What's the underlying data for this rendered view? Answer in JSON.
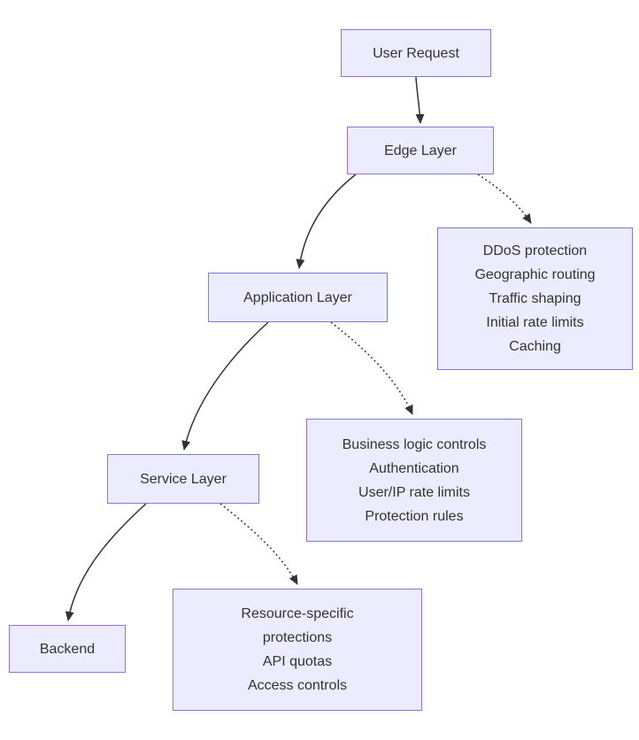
{
  "diagram": {
    "type": "flowchart",
    "colors": {
      "node_fill": "#ECECFF",
      "node_border": "#9370DB",
      "text": "#333333",
      "edge": "#333333",
      "background": "#ffffff"
    },
    "nodes": {
      "user_request": {
        "label": "User Request"
      },
      "edge_layer": {
        "label": "Edge Layer"
      },
      "edge_features": {
        "lines": [
          "DDoS protection",
          "Geographic routing",
          "Traffic shaping",
          "Initial rate limits",
          "Caching"
        ]
      },
      "application_layer": {
        "label": "Application Layer"
      },
      "app_features": {
        "lines": [
          "Business logic controls",
          "Authentication",
          "User/IP rate limits",
          "Protection rules"
        ]
      },
      "service_layer": {
        "label": "Service Layer"
      },
      "service_features": {
        "lines": [
          "Resource-specific",
          "protections",
          "API quotas",
          "Access controls"
        ]
      },
      "backend": {
        "label": "Backend"
      }
    },
    "edges": [
      {
        "from": "User Request",
        "to": "Edge Layer",
        "style": "solid"
      },
      {
        "from": "Edge Layer",
        "to": "Application Layer",
        "style": "solid"
      },
      {
        "from": "Edge Layer",
        "to": "Edge features",
        "style": "dotted"
      },
      {
        "from": "Application Layer",
        "to": "Service Layer",
        "style": "solid"
      },
      {
        "from": "Application Layer",
        "to": "Application features",
        "style": "dotted"
      },
      {
        "from": "Service Layer",
        "to": "Backend",
        "style": "solid"
      },
      {
        "from": "Service Layer",
        "to": "Service features",
        "style": "dotted"
      }
    ]
  }
}
